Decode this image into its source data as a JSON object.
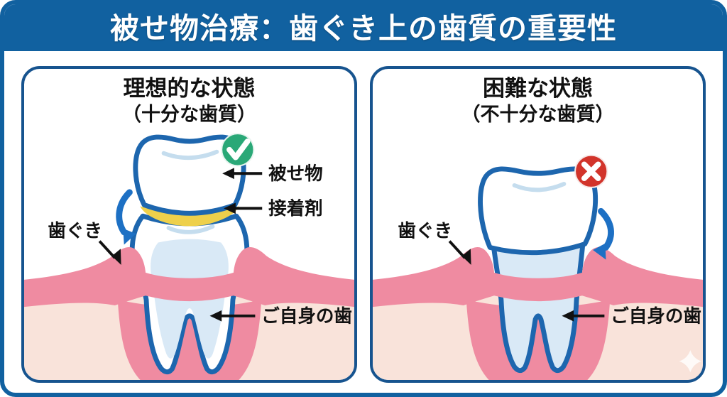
{
  "title": "被せ物治療：歯ぐき上の歯質の重要性",
  "colors": {
    "frame_blue": "#1161a0",
    "panel_border_blue": "#17548f",
    "tooth_outline_blue": "#1d66ae",
    "dentin_light_blue": "#d9e9f6",
    "highlight_blue": "#c5ddee",
    "adhesive_yellow": "#eed04b",
    "gum_pink": "#ef8ba1",
    "bone_peach": "#f9e3da",
    "arrow_blue": "#1d70c4",
    "check_green": "#2aa877",
    "cross_red": "#d2342b",
    "label_black": "#111111"
  },
  "panels": {
    "left": {
      "heading": "理想的な状態",
      "subheading": "（十分な歯質）",
      "status": "check",
      "labels": {
        "crown": "被せ物",
        "adhesive": "接着剤",
        "gum": "歯ぐき",
        "own_tooth": "ご自身の歯"
      }
    },
    "right": {
      "heading": "困難な状態",
      "subheading": "（不十分な歯質）",
      "status": "cross",
      "labels": {
        "gum": "歯ぐき",
        "own_tooth": "ご自身の歯"
      }
    }
  }
}
